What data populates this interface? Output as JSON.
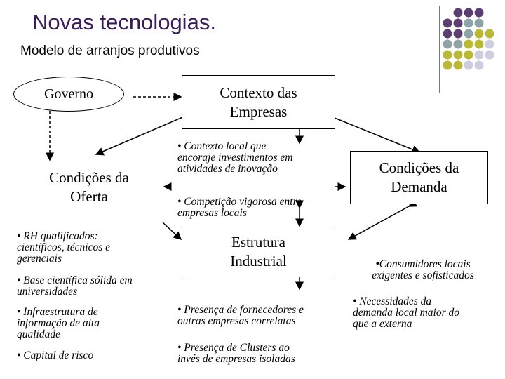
{
  "title": "Novas tecnologias.",
  "subtitle": "Modelo de arranjos produtivos",
  "nodes": {
    "governo": "Governo",
    "contexto_line1": "Contexto das",
    "contexto_line2": "Empresas",
    "cond_oferta_line1": "Condições da",
    "cond_oferta_line2": "Oferta",
    "cond_demanda_line1": "Condições da",
    "cond_demanda_line2": "Demanda",
    "estrutura_line1": "Estrutura",
    "estrutura_line2": "Industrial"
  },
  "contexto_bullets": [
    [
      "• Contexto local que",
      "encoraje investimentos em",
      "atividades de inovação"
    ],
    [
      "• Competição vigorosa entre",
      "empresas locais"
    ]
  ],
  "oferta_bullets": [
    [
      "• RH qualificados:",
      "científicos, técnicos e",
      "gerenciais"
    ],
    [
      "• Base científica sólida em",
      "universidades"
    ],
    [
      "• Infraestrutura de",
      "informação de alta",
      "qualidade"
    ],
    [
      "• Capital de risco"
    ]
  ],
  "estrutura_bullets": [
    [
      "• Presença de fornecedores e",
      "outras empresas correlatas"
    ],
    [
      "• Presença de Clusters ao",
      "invés de empresas isoladas"
    ]
  ],
  "demanda_bullets": [
    [
      "•Consumidores locais",
      "exigentes e sofisticados"
    ],
    [
      "• Necessidades da",
      "demanda local maior do",
      "que a externa"
    ]
  ],
  "colors": {
    "title": "#3b1c5a",
    "dot_purple": "#5b3f73",
    "dot_teal": "#8ea3a5",
    "dot_olive": "#b9b935",
    "dot_light": "#cdcdde"
  }
}
